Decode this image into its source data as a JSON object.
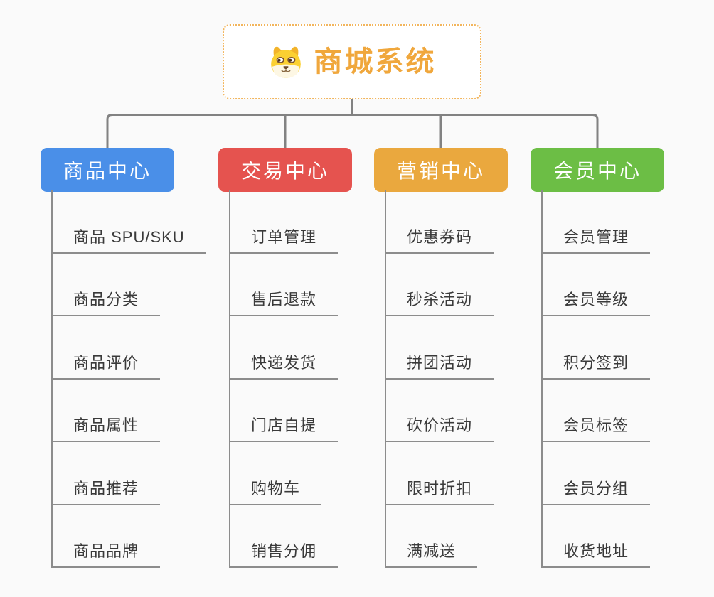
{
  "root": {
    "title": "商城系统",
    "icon": "dog-icon"
  },
  "branches": [
    {
      "label": "商品中心",
      "color": "#4A8FE8",
      "children": [
        "商品 SPU/SKU",
        "商品分类",
        "商品评价",
        "商品属性",
        "商品推荐",
        "商品品牌"
      ]
    },
    {
      "label": "交易中心",
      "color": "#E5534F",
      "children": [
        "订单管理",
        "售后退款",
        "快递发货",
        "门店自提",
        "购物车",
        "销售分佣"
      ]
    },
    {
      "label": "营销中心",
      "color": "#EAA83E",
      "children": [
        "优惠券码",
        "秒杀活动",
        "拼团活动",
        "砍价活动",
        "限时折扣",
        "满减送"
      ]
    },
    {
      "label": "会员中心",
      "color": "#6CBE45",
      "children": [
        "会员管理",
        "会员等级",
        "积分签到",
        "会员标签",
        "会员分组",
        "收货地址"
      ]
    }
  ],
  "colors": {
    "background": "#FAFAFA",
    "connector": "#828282",
    "item_line": "#8C8C8C",
    "item_text": "#3A3A3A",
    "root_text": "#F0A73C",
    "root_border": "#F2B55C",
    "root_background": "#FFFFFF",
    "branch_text": "#FFFFFF"
  }
}
